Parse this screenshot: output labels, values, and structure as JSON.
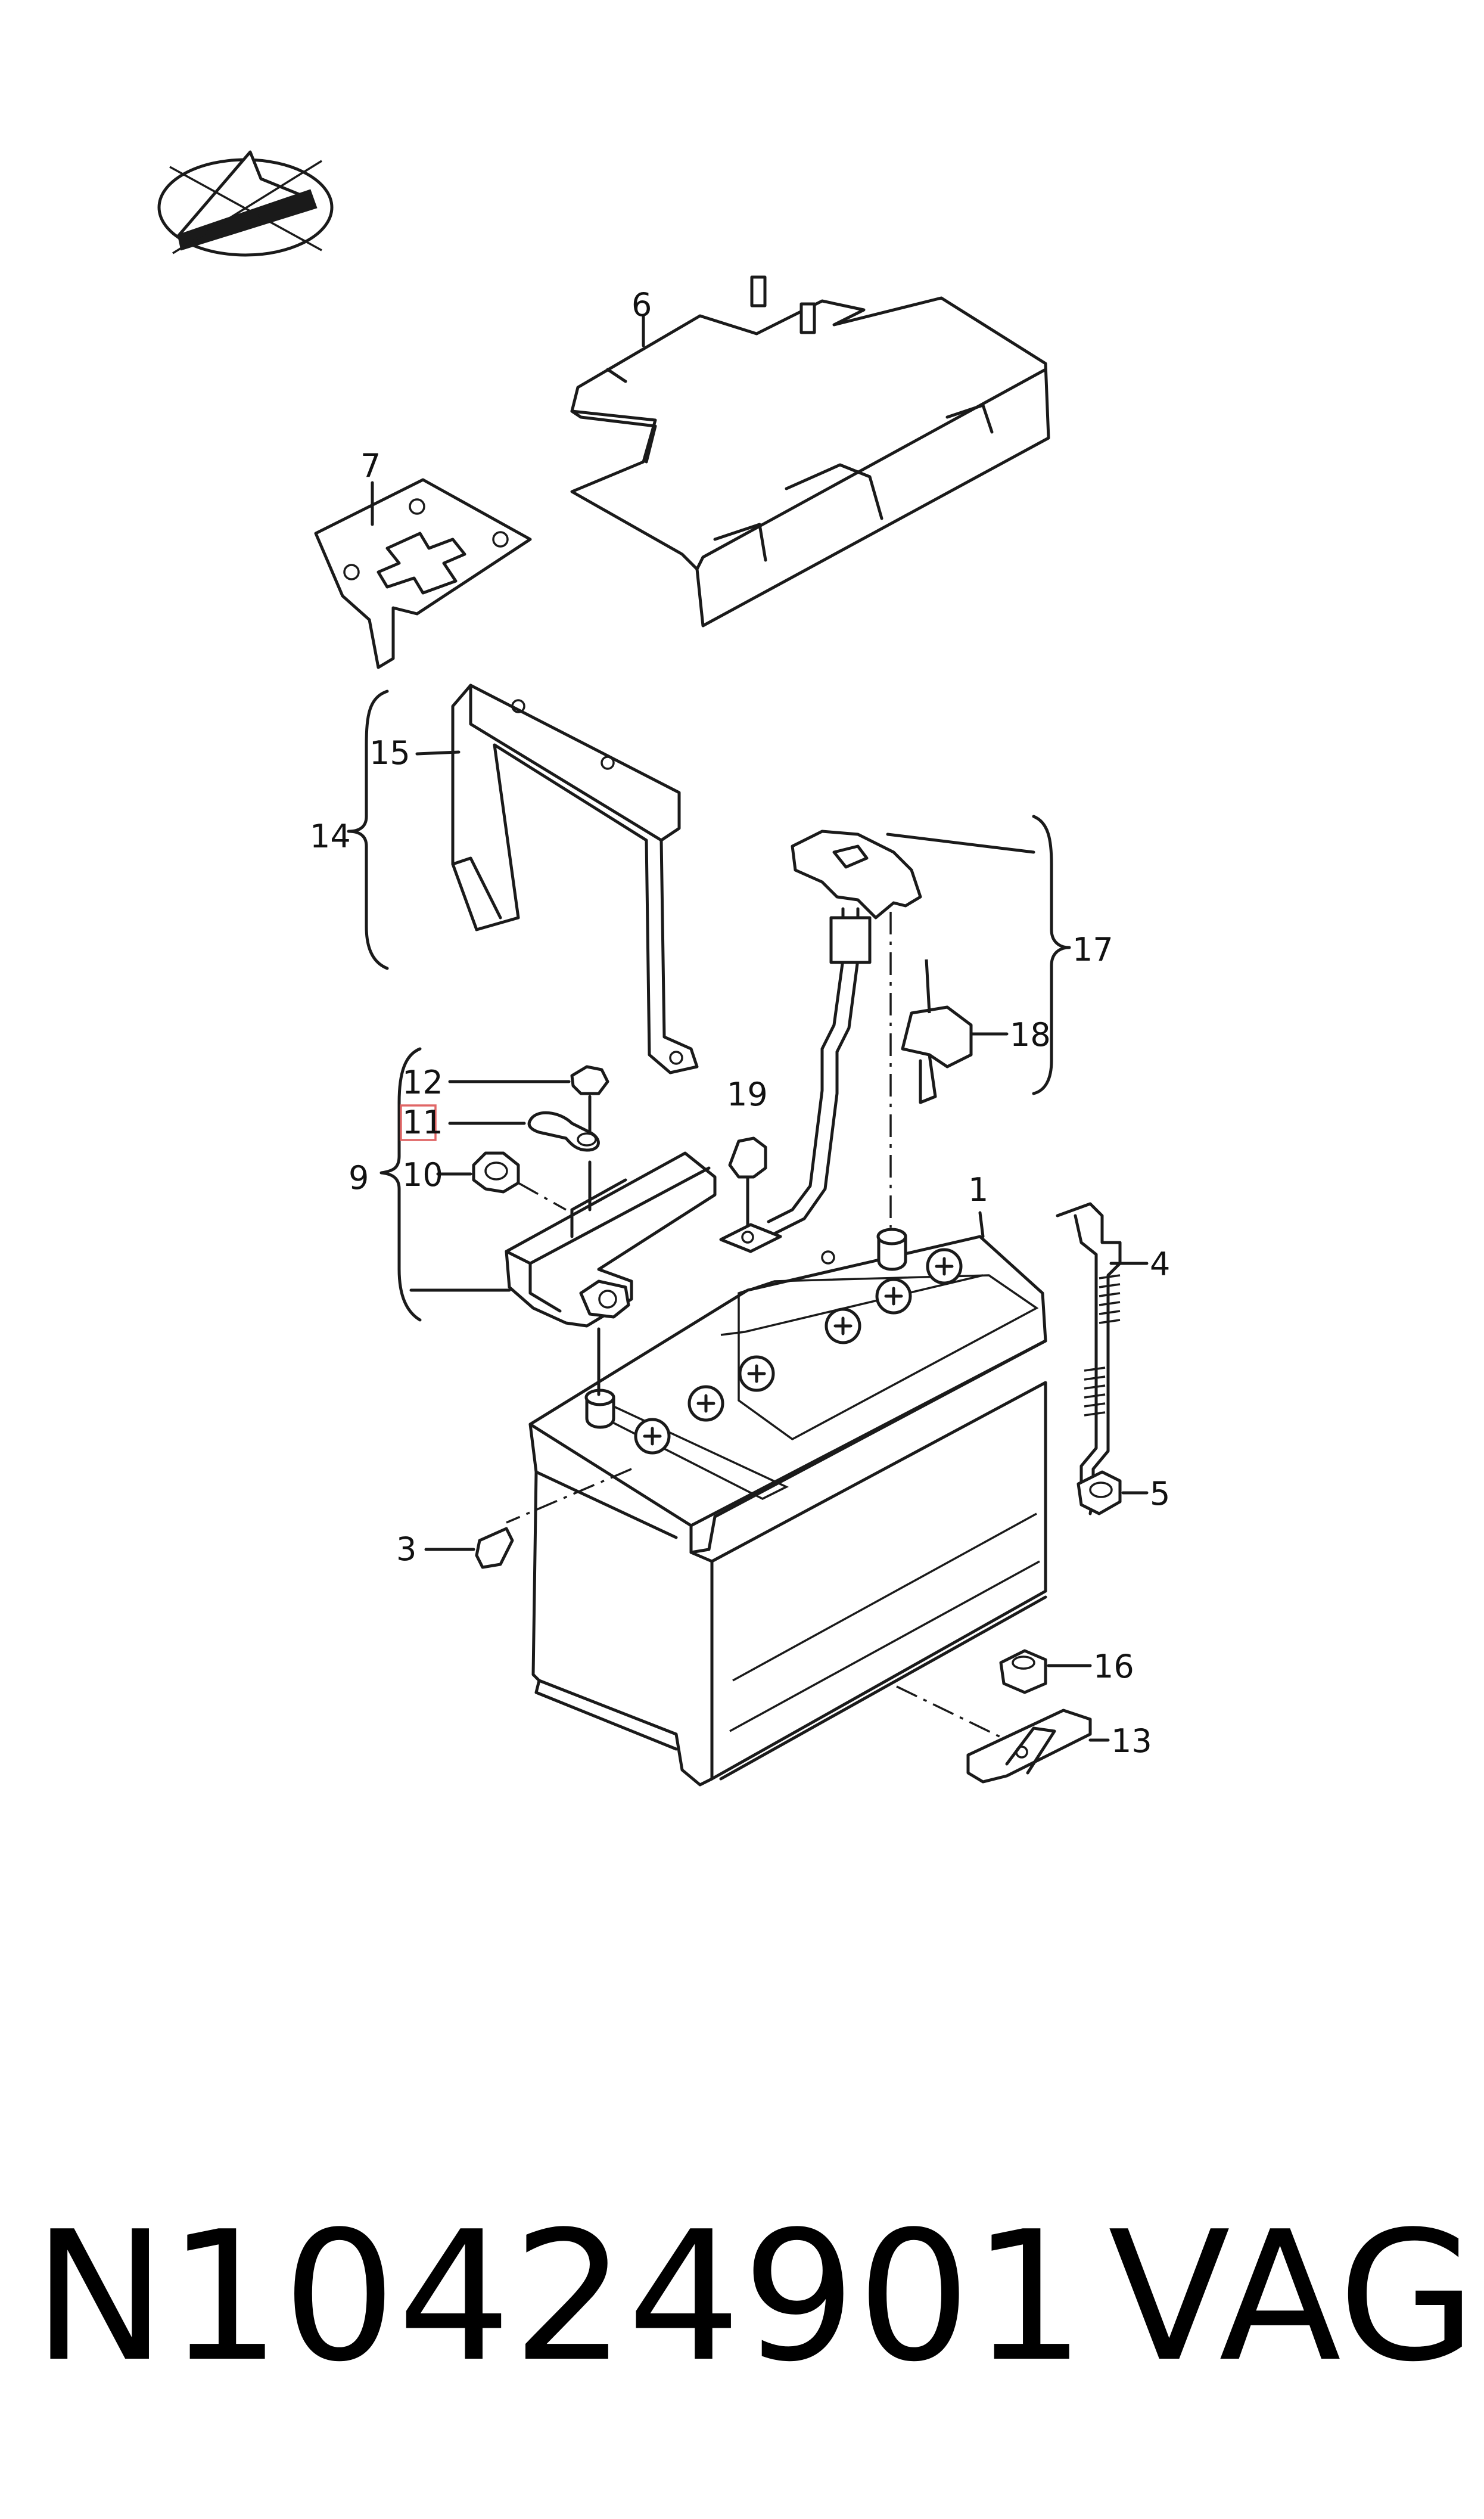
{
  "callouts": {
    "c1": "1",
    "c3": "3",
    "c4": "4",
    "c5": "5",
    "c6": "6",
    "c7": "7",
    "c9": "9",
    "c10": "10",
    "c11": "11",
    "c12": "12",
    "c13": "13",
    "c14": "14",
    "c15": "15",
    "c16": "16",
    "c17": "17",
    "c18": "18",
    "c19": "19"
  },
  "highlighted_callout": "11",
  "highlight_color": "#e06666",
  "footer": {
    "part_number": "N10424901",
    "brand": "VAG"
  },
  "logo_icon": "compass-arrow-icon"
}
